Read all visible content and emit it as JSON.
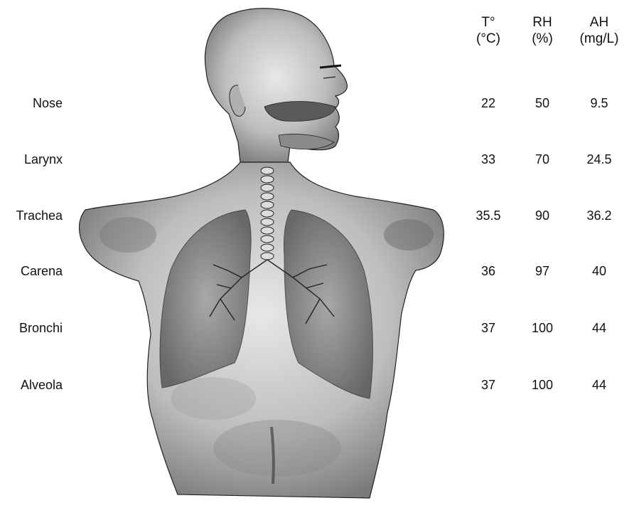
{
  "figure": {
    "columns": [
      {
        "line1": "T°",
        "line2": "(°C)"
      },
      {
        "line1": "RH",
        "line2": "(%)"
      },
      {
        "line1": "AH",
        "line2": "(mg/L)"
      }
    ],
    "rows": [
      {
        "site": "Nose",
        "temp": "22",
        "rh": "50",
        "ah": "9.5"
      },
      {
        "site": "Larynx",
        "temp": "33",
        "rh": "70",
        "ah": "24.5"
      },
      {
        "site": "Trachea",
        "temp": "35.5",
        "rh": "90",
        "ah": "36.2"
      },
      {
        "site": "Carena",
        "temp": "36",
        "rh": "97",
        "ah": "40"
      },
      {
        "site": "Bronchi",
        "temp": "37",
        "rh": "100",
        "ah": "44"
      },
      {
        "site": "Alveola",
        "temp": "37",
        "rh": "100",
        "ah": "44"
      }
    ]
  }
}
